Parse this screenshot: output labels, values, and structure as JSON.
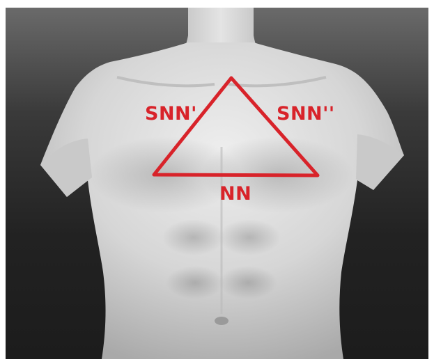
{
  "annotation": {
    "color": "#d8232a",
    "labels": {
      "left_side": "SNN'",
      "right_side": "SNN''",
      "base": "NN"
    }
  },
  "scene": {
    "background_top": "#6a6a6a",
    "background_bottom": "#1c1c1c",
    "skin": "#d9d9d9"
  }
}
